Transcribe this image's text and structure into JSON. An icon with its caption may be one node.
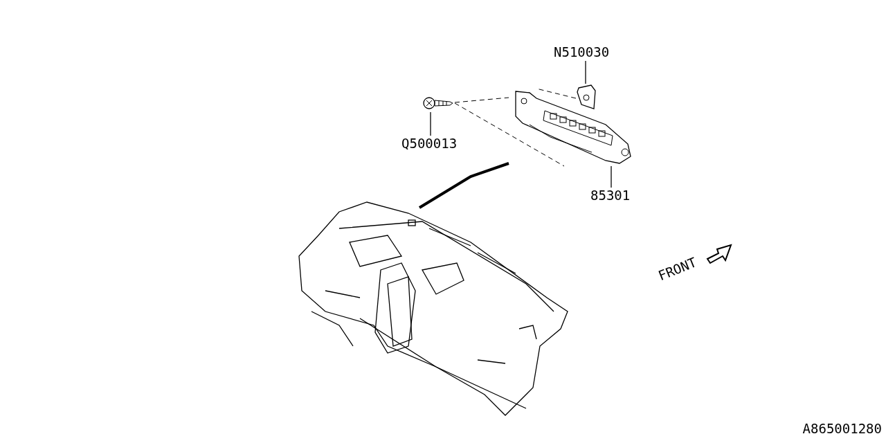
{
  "diagram": {
    "nodes": [
      {
        "text": [
          "N510030"
        ]
      },
      {
        "text": [],
        "shape": "picture"
      },
      {
        "text": [
          "Q500013"
        ]
      },
      {
        "text": [],
        "shape": "picture"
      },
      {
        "text": [
          "85301"
        ]
      },
      {
        "text": [],
        "shape": "picture"
      },
      {
        "text": [],
        "shape": "picture"
      }
    ],
    "edges": [
      {
        "from": 0,
        "to": 1,
        "arrow": "none"
      },
      {
        "from": 2,
        "to": 3,
        "arrow": "none"
      },
      {
        "from": 4,
        "to": 5,
        "arrow": "none"
      },
      {
        "from": 3,
        "to": 5,
        "arrow": "none",
        "style": "dashed"
      },
      {
        "from": 3,
        "to": 5,
        "arrow": "none",
        "style": "dashed"
      },
      {
        "from": 1,
        "to": 5,
        "arrow": "none",
        "style": "dashed"
      },
      {
        "from": 5,
        "to": 6,
        "arrow": "none",
        "style": "thick"
      }
    ],
    "labels": [
      "FRONT",
      "A865001280"
    ]
  }
}
